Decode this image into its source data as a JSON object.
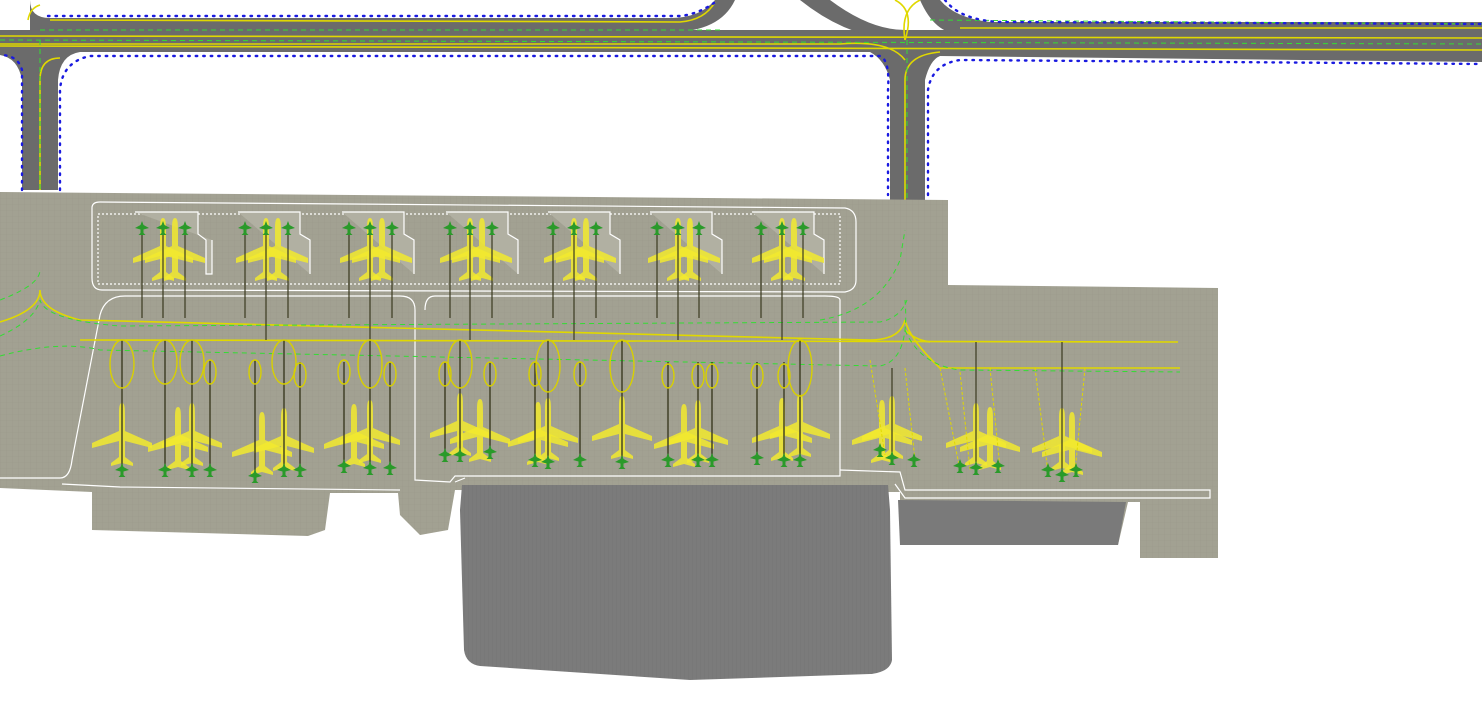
{
  "view": {
    "type": "airport-ground-layout-editor",
    "colors": {
      "background": "#ffffff",
      "taxiway_asphalt": "#6e6e6e",
      "apron": "#a09f90",
      "terminal_building": "#7a7a7a",
      "taxi_line": "#e0d800",
      "taxi_route": "#33dd33",
      "taxiway_edge_dots": "#1a1ae0",
      "apron_edge_line": "#ffffff",
      "aircraft_fill": "#f2ea2e",
      "aircraft_ground_marker": "#2a9a2a",
      "pushback_path": "#d8d000"
    },
    "stand_groups": {
      "contact_stands_count": 7,
      "remote_stands_count": 9,
      "cargo_stands_count": 3
    }
  }
}
